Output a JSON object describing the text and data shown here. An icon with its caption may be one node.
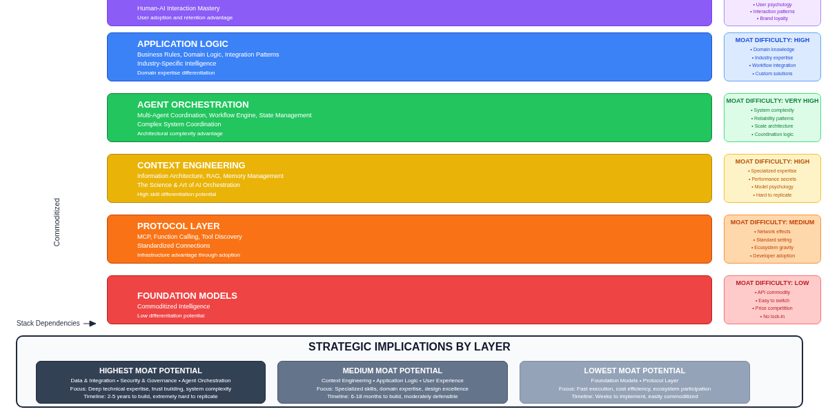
{
  "diagram": {
    "nodes": [
      {
        "text": [
          "Human-AI Interaction Mastery",
          "User adoption and retention advantage"
        ]
      },
      {
        "text": [
          "• User psychology",
          "• Interaction patterns",
          "• Brand loyalty"
        ]
      },
      {
        "text": [
          "APPLICATION LOGIC",
          "Business Rules, Domain Logic, Integration Patterns",
          "Industry-Specific Intelligence",
          "Domain expertise differentiation"
        ]
      },
      {
        "text": [
          "MOAT DIFFICULTY: HIGH",
          "• Domain knowledge",
          "• Industry expertise",
          "• Workflow integration",
          "• Custom solutions"
        ]
      },
      {
        "text": [
          "AGENT ORCHESTRATION",
          "Multi-Agent Coordination, Workflow Engine, State Management",
          "Complex System Coordination",
          "Architectural complexity advantage"
        ]
      },
      {
        "text": [
          "MOAT DIFFICULTY: VERY HIGH",
          "• System complexity",
          "• Reliability patterns",
          "• Scale architecture",
          "• Coordination logic"
        ]
      },
      {
        "text": [
          "CONTEXT ENGINEERING",
          "Information Architecture, RAG, Memory Management",
          "The Science & Art of AI Orchestration",
          "High skill differentiation potential"
        ]
      },
      {
        "text": [
          "MOAT DIFFICULTY: HIGH",
          "• Specialized expertise",
          "• Performance secrets",
          "• Model psychology",
          "• Hard to replicate"
        ]
      },
      {
        "text": [
          "PROTOCOL LAYER",
          "MCP, Function Calling, Tool Discovery",
          "Standardized Connections",
          "Infrastructure advantage through adoption"
        ]
      },
      {
        "text": [
          "MOAT DIFFICULTY: MEDIUM",
          "• Network effects",
          "• Standard setting",
          "• Ecosystem gravity",
          "• Developer adoption"
        ]
      },
      {
        "text": [
          "FOUNDATION MODELS",
          "Commoditized Intelligence",
          "Low differentiation potential"
        ]
      },
      {
        "text": [
          "MOAT DIFFICULTY: LOW",
          "• API commodity",
          "• Easy to switch",
          "• Price competition",
          "• No lock-in"
        ]
      },
      {
        "text": [
          "STRATEGIC IMPLICATIONS BY LAYER"
        ]
      },
      {
        "text": [
          "HIGHEST MOAT POTENTIAL",
          "Data & Integration • Security & Governance • Agent Orchestration",
          "Focus: Deep technical expertise, trust building, system complexity",
          "Timeline: 2-5 years to build, extremely hard to replicate"
        ],
        "in": 12
      },
      {
        "text": [
          "MEDIUM MOAT POTENTIAL",
          "Context Engineering • Application Logic • User Experience",
          "Focus: Specialized skills, domain expertise, design excellence",
          "Timeline: 6-18 months to build, moderately defensible"
        ],
        "in": 12
      },
      {
        "text": [
          "LOWEST MOAT POTENTIAL",
          "Foundation Models • Protocol Layer",
          "Focus: Fast execution, cost efficiency, ecosystem participation",
          "Timeline: Weeks to implement, easily commoditized"
        ],
        "in": 12
      }
    ],
    "labels": [
      "Commoditized",
      "Stack Dependencies"
    ]
  }
}
